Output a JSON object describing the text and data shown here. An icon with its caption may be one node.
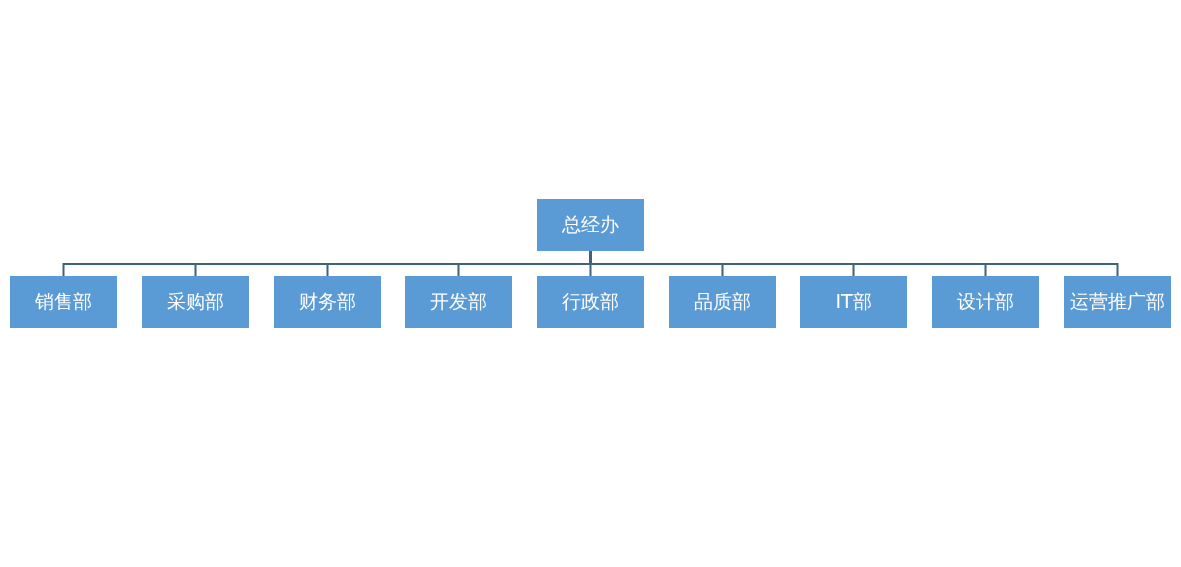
{
  "diagram": {
    "nodes": [
      {
        "text": [
          "总经办"
        ]
      },
      {
        "text": [
          "销售部"
        ]
      },
      {
        "text": [
          "采购部"
        ]
      },
      {
        "text": [
          "财务部"
        ]
      },
      {
        "text": [
          "开发部"
        ]
      },
      {
        "text": [
          "行政部"
        ]
      },
      {
        "text": [
          "品质部"
        ]
      },
      {
        "text": [
          "IT部"
        ]
      },
      {
        "text": [
          "设计部"
        ]
      },
      {
        "text": [
          "运营推广部"
        ]
      }
    ],
    "edges": [
      {
        "from": 0,
        "to": 1,
        "arrow": "none"
      },
      {
        "from": 0,
        "to": 2,
        "arrow": "none"
      },
      {
        "from": 0,
        "to": 3,
        "arrow": "none"
      },
      {
        "from": 0,
        "to": 4,
        "arrow": "none"
      },
      {
        "from": 0,
        "to": 5,
        "arrow": "none"
      },
      {
        "from": 0,
        "to": 6,
        "arrow": "none"
      },
      {
        "from": 0,
        "to": 7,
        "arrow": "none"
      },
      {
        "from": 0,
        "to": 8,
        "arrow": "none"
      },
      {
        "from": 0,
        "to": 9,
        "arrow": "none"
      }
    ]
  }
}
